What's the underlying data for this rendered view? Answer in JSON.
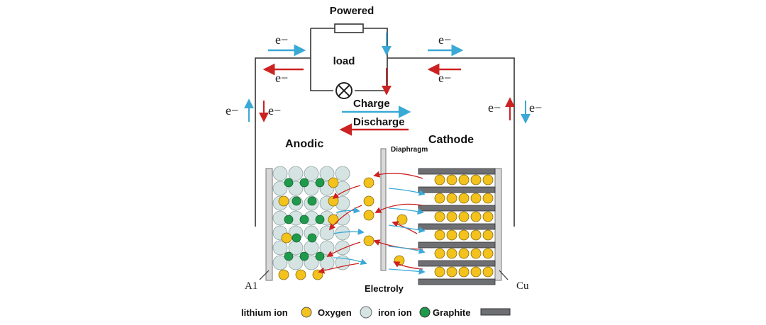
{
  "labels": {
    "powered": "Powered",
    "load": "load",
    "charge": "Charge",
    "discharge": "Discharge",
    "anodic": "Anodic",
    "cathode": "Cathode",
    "diaphragm": "Diaphragm",
    "electrolyte": "Electroly",
    "al": "A1",
    "cu": "Cu",
    "electron": "e−"
  },
  "legend": [
    {
      "label": "lithium ion",
      "swatch": "lithium"
    },
    {
      "label": "Oxygen",
      "swatch": "oxygen"
    },
    {
      "label": "iron ion",
      "swatch": "iron"
    },
    {
      "label": "Graphite",
      "swatch": "graphite"
    }
  ],
  "colors": {
    "lithium": "#f3c21c",
    "oxygen": "#d5e4e3",
    "iron": "#1f9a4b",
    "graphite": "#6e6f73",
    "charge_arrow": "#3aa9d6",
    "discharge_arrow": "#cc2222",
    "wire": "#333333"
  }
}
